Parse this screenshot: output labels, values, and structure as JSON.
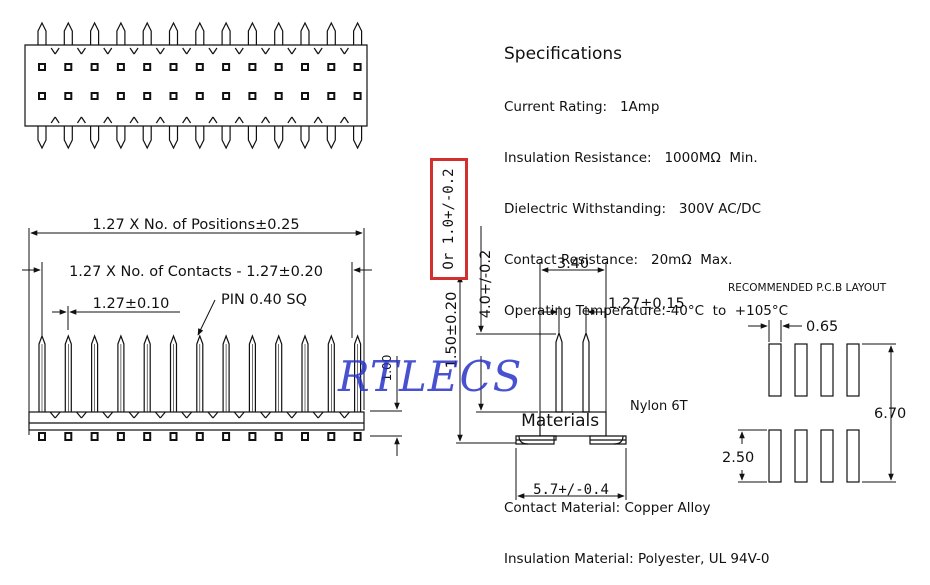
{
  "specifications": {
    "heading": "Specifications",
    "lines": [
      "Current Rating:   1Amp",
      "Insulation Resistance:   1000MΩ  Min.",
      "Dielectric Withstanding:   300V AC/DC",
      "Contact Resistance:   20mΩ  Max.",
      "Operating Temperature:-40°C  to  +105°C"
    ]
  },
  "materials": {
    "heading": "Materials",
    "nylon": "Nylon 6T",
    "lines": [
      "Contact Material: Copper Alloy",
      "Insulation Material: Polyester, UL 94V-0"
    ]
  },
  "front_view": {
    "dim_positions": "1.27 X No. of Positions±0.25",
    "dim_contacts": "1.27 X No. of Contacts - 1.27±0.20",
    "dim_pitch": "1.27±0.10",
    "pin_label": "PIN 0.40 SQ",
    "dim_height_small": "1.00",
    "pin_count": 13
  },
  "side_view": {
    "dim_overall_height": "1.50±0.20",
    "dim_tail": "4.0+/-0.2",
    "dim_width": "3.40",
    "dim_spacing": "1.27±0.15",
    "dim_bottom": "5.7+/-0.4",
    "alt_note": "Or 1.0+/-0.2"
  },
  "pcb_layout": {
    "title": "RECOMMENDED P.C.B LAYOUT",
    "dim_pad_width": "0.65",
    "dim_total": "6.70",
    "dim_pad_length": "2.50"
  },
  "watermark": "RTLECS",
  "colors": {
    "highlight_box": "#d32f2f",
    "watermark": "#2832c8",
    "lines": "#111111"
  }
}
